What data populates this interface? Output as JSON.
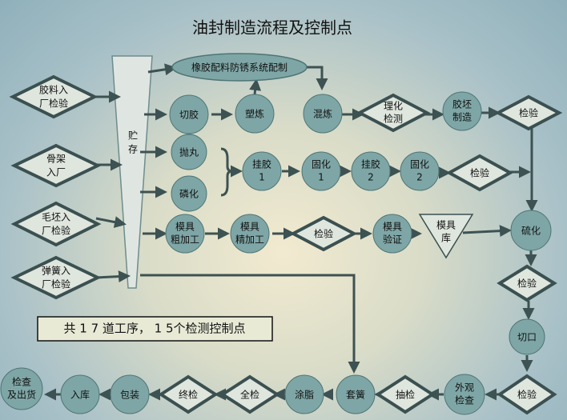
{
  "title": "油封制造流程及控制点",
  "summary_note": "共 1 7 道工序， 1 5个检测控制点",
  "colors": {
    "node_fill": "#7fa6a6",
    "diamond_border": "#3b5050",
    "diamond_fill": "#dfe6de",
    "arrow": "#3d5252"
  },
  "steps": {
    "rubber_formula": "橡胶配料防锈系统配制",
    "rubber_inspect": [
      "胶料入",
      "厂检验"
    ],
    "frame_inspect": [
      "骨架",
      "入厂"
    ],
    "blank_inspect": [
      "毛坯入",
      "厂检验"
    ],
    "spring_inspect": [
      "弹簧入",
      "厂检验"
    ],
    "storage": [
      "贮",
      "存"
    ],
    "cut_rubber": "切胶",
    "plasticize": "塑炼",
    "mix": "混炼",
    "physchem_test": [
      "理化",
      "检测"
    ],
    "blank_make": [
      "胶坯",
      "制造"
    ],
    "inspect_1": "检验",
    "shot_blast": "抛丸",
    "phosphate": "磷化",
    "glue_1": [
      "挂胶",
      "1"
    ],
    "cure_1": [
      "固化",
      "1"
    ],
    "glue_2": [
      "挂胶",
      "2"
    ],
    "cure_2": [
      "固化",
      "2"
    ],
    "inspect_2": "检验",
    "mold_rough": [
      "模具",
      "粗加工"
    ],
    "mold_fine": [
      "模具",
      "精加工"
    ],
    "inspect_3": "检验",
    "mold_verify": [
      "模具",
      "验证"
    ],
    "mold_store": [
      "模具",
      "库"
    ],
    "vulcanize": "硫化",
    "inspect_4": "检验",
    "trim": "切口",
    "inspect_5": "检验",
    "visual_check": [
      "外观",
      "检查"
    ],
    "sample_check": "抽检",
    "fit_spring": "套簧",
    "grease": "涂脂",
    "full_check": "全检",
    "final_check": "终检",
    "pack": "包装",
    "warehouse": "入库",
    "ship_check": [
      "检查",
      "及出货"
    ]
  }
}
